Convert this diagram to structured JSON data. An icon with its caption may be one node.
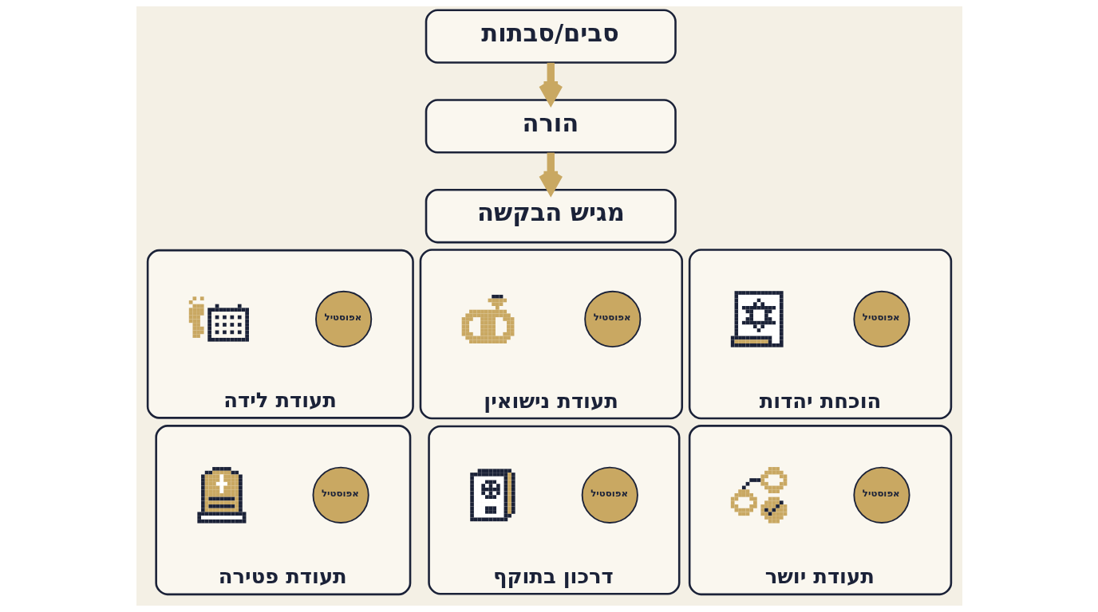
{
  "diagram": {
    "nodes": [
      {
        "text": [
          "סבים/סבתות"
        ]
      },
      {
        "text": [
          "הורה"
        ]
      },
      {
        "text": [
          "מגיש הבקשה"
        ]
      },
      {
        "text": [
          "תעודת לידה"
        ]
      },
      {
        "text": [
          "אפוסטיל"
        ],
        "in": 3
      },
      {
        "text": [],
        "shape": "picture",
        "in": 3
      },
      {
        "text": [
          "תעודת נישואין"
        ]
      },
      {
        "text": [
          "אפוסטיל"
        ],
        "in": 6
      },
      {
        "text": [],
        "shape": "picture",
        "in": 6
      },
      {
        "text": [
          "הוכחת יהדות"
        ]
      },
      {
        "text": [
          "אפוסטיל"
        ],
        "in": 9
      },
      {
        "text": [],
        "shape": "picture",
        "in": 9
      },
      {
        "text": [
          "תעודת פטירה"
        ]
      },
      {
        "text": [
          "אפוסטיל"
        ],
        "in": 12
      },
      {
        "text": [],
        "shape": "picture",
        "in": 12
      },
      {
        "text": [
          "דרכון בתוקף"
        ]
      },
      {
        "text": [
          "אפוסטיל"
        ],
        "in": 15
      },
      {
        "text": [],
        "shape": "picture",
        "in": 15
      },
      {
        "text": [
          "תעודת יושר"
        ]
      },
      {
        "text": [
          "אפוסטיל"
        ],
        "in": 18
      },
      {
        "text": [],
        "shape": "picture",
        "in": 18
      }
    ],
    "edges": [
      {
        "from": 0,
        "to": 1,
        "arrow": "to"
      },
      {
        "from": 1,
        "to": 2,
        "arrow": "to"
      }
    ]
  }
}
